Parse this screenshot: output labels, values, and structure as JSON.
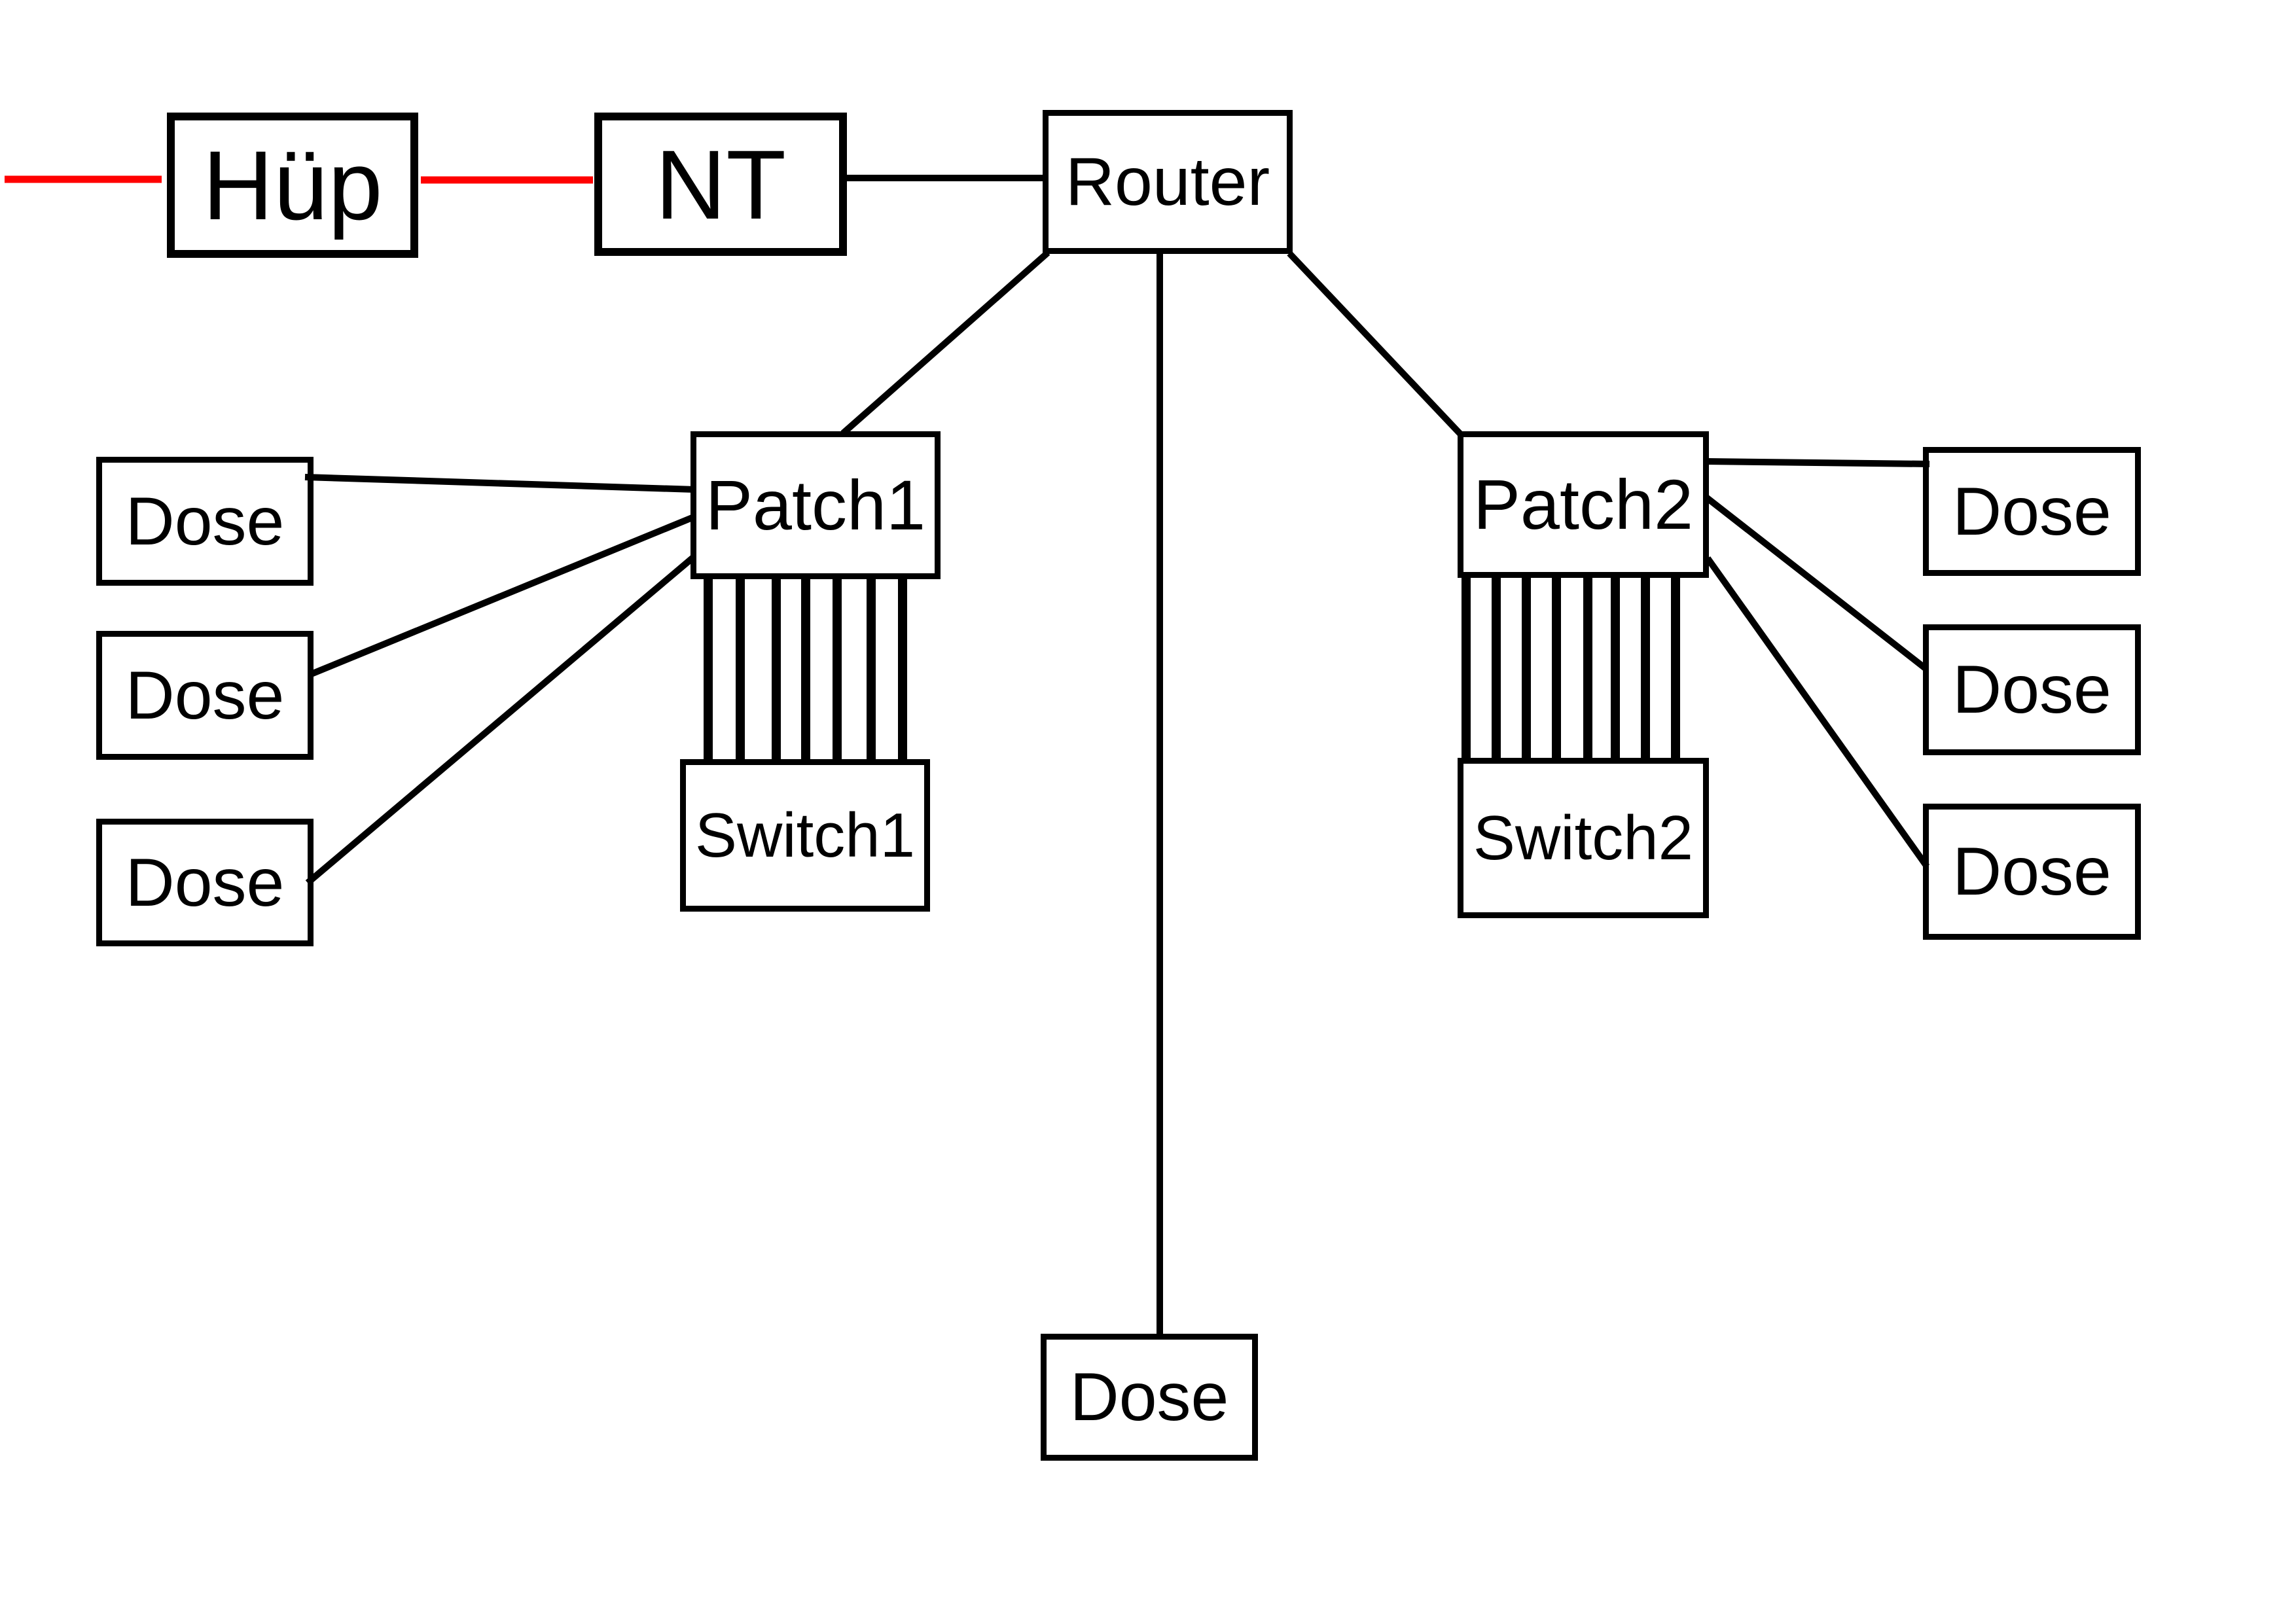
{
  "page": {
    "background": "#ffffff"
  },
  "colors": {
    "line": "#000000",
    "wan_line": "#ff0000",
    "box_border": "#000000",
    "box_fill": "#ffffff",
    "text": "#000000"
  },
  "nodes": {
    "hup": {
      "label": "Hüp"
    },
    "nt": {
      "label": "NT"
    },
    "router": {
      "label": "Router"
    },
    "patch1": {
      "label": "Patch1"
    },
    "switch1": {
      "label": "Switch1"
    },
    "patch2": {
      "label": "Patch2"
    },
    "switch2": {
      "label": "Switch2"
    },
    "dose_left": [
      {
        "label": "Dose"
      },
      {
        "label": "Dose"
      },
      {
        "label": "Dose"
      }
    ],
    "dose_right": [
      {
        "label": "Dose"
      },
      {
        "label": "Dose"
      },
      {
        "label": "Dose"
      }
    ],
    "dose_bottom": {
      "label": "Dose"
    }
  },
  "links": {
    "wan_to_hup_color": "#ff0000",
    "hup_to_nt_color": "#ff0000",
    "nt_to_router_color": "#000000",
    "patch1_switch1_cables": 7,
    "patch2_switch2_cables": 8
  }
}
